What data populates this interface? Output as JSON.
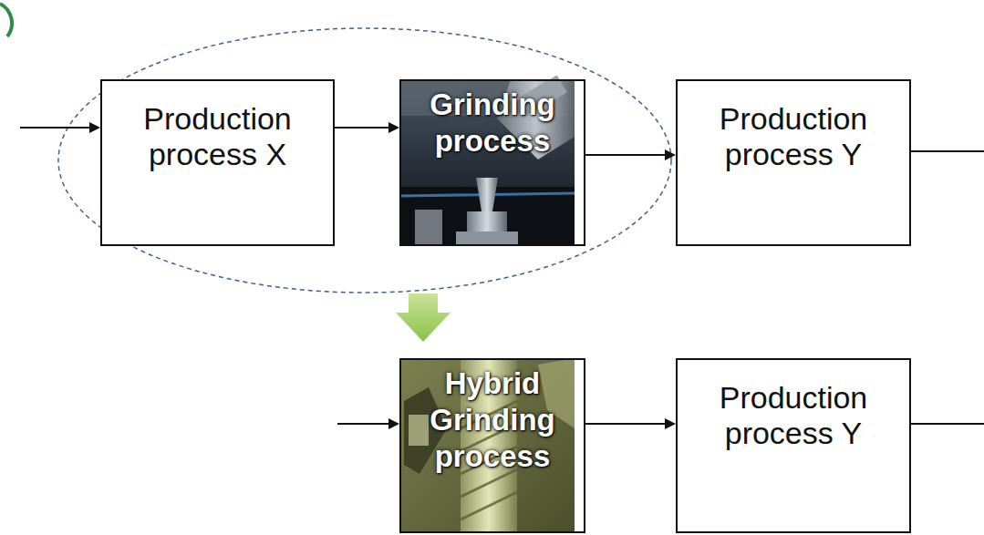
{
  "diagram": {
    "nodes": [
      {
        "text": [
          "Production process X"
        ]
      },
      {
        "text": [
          "Grinding process"
        ]
      },
      {
        "text": [
          "Production process Y"
        ]
      },
      {
        "text": [
          "Hybrid Grinding process"
        ]
      },
      {
        "text": [
          "Production process Y"
        ]
      }
    ],
    "edges": [
      {
        "from": 0,
        "to": 1,
        "arrow": "to"
      },
      {
        "from": 1,
        "to": 2,
        "arrow": "to"
      },
      {
        "from": 3,
        "to": 4,
        "arrow": "to"
      }
    ]
  }
}
